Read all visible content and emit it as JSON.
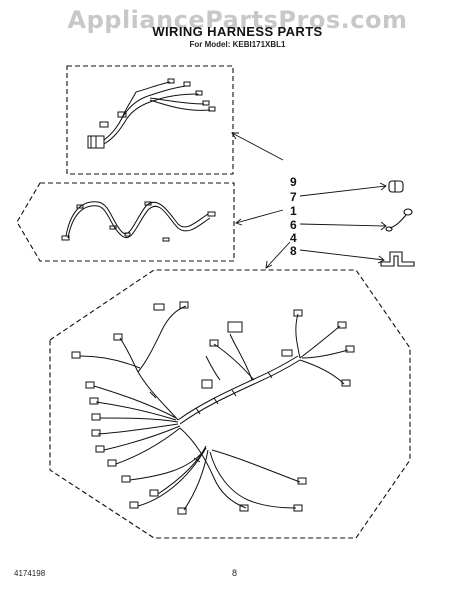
{
  "watermark": "AppliancePartsPros.com",
  "header": {
    "title": "WIRING HARNESS PARTS",
    "subtitle": "For Model: KEBI171XBL1"
  },
  "callouts": [
    "9",
    "7",
    "1",
    "6",
    "4",
    "8"
  ],
  "footer": {
    "document_number": "4174198",
    "page_number": "8"
  }
}
